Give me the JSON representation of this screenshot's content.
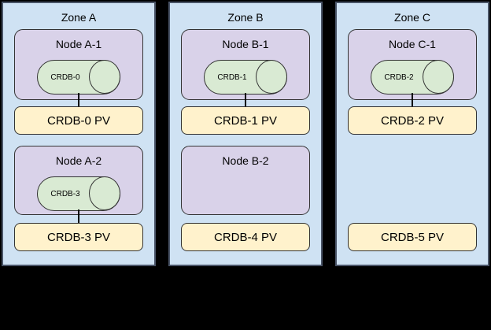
{
  "colors": {
    "canvas_background": "#000000",
    "zone_fill": "#cfe2f3",
    "zone_border": "#4a5568",
    "node_fill": "#d9d2e9",
    "cylinder_fill": "#d9ead3",
    "pv_fill": "#fff2cc",
    "shape_border": "#333333",
    "text": "#000000"
  },
  "zones": [
    {
      "label": "Zone A",
      "nodes": [
        {
          "label": "Node A-1",
          "cylinder": "CRDB-0",
          "pv": "CRDB-0 PV",
          "connected": true
        },
        {
          "label": "Node A-2",
          "cylinder": "CRDB-3",
          "pv": "CRDB-3 PV",
          "connected": true
        }
      ]
    },
    {
      "label": "Zone B",
      "nodes": [
        {
          "label": "Node B-1",
          "cylinder": "CRDB-1",
          "pv": "CRDB-1 PV",
          "connected": true
        },
        {
          "label": "Node B-2",
          "cylinder": null,
          "pv": "CRDB-4 PV",
          "connected": false
        }
      ]
    },
    {
      "label": "Zone C",
      "nodes": [
        {
          "label": "Node C-1",
          "cylinder": "CRDB-2",
          "pv": "CRDB-2 PV",
          "connected": true
        },
        {
          "label": null,
          "cylinder": null,
          "pv": "CRDB-5 PV",
          "connected": false
        }
      ]
    }
  ]
}
